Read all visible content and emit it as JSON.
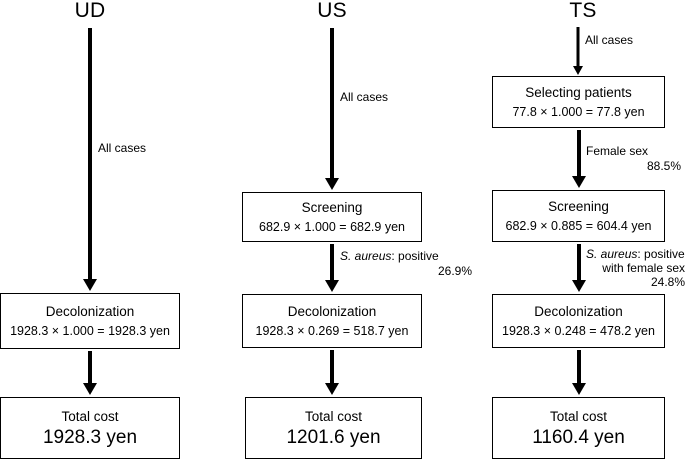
{
  "figure": {
    "type": "flowchart",
    "orientation": "top-to-bottom",
    "columns": [
      {
        "id": "UD",
        "header": "UD",
        "nodes": [
          {
            "id": "ud-decolonization",
            "title": "Decolonization",
            "calc": "1928.3 × 1.000 = 1928.3  yen"
          },
          {
            "id": "ud-total",
            "title": "Total cost",
            "value": "1928.3 yen"
          }
        ],
        "edges": [
          {
            "id": "ud-edge-all-cases",
            "label_line1": "All cases",
            "label_line2": "",
            "weight": "thick"
          },
          {
            "id": "ud-edge-to-total",
            "label_line1": "",
            "label_line2": "",
            "weight": "thick"
          }
        ]
      },
      {
        "id": "US",
        "header": "US",
        "nodes": [
          {
            "id": "us-screening",
            "title": "Screening",
            "calc": "682.9 × 1.000 = 682.9 yen"
          },
          {
            "id": "us-decolonization",
            "title": "Decolonization",
            "calc": "1928.3 × 0.269 = 518.7  yen"
          },
          {
            "id": "us-total",
            "title": "Total cost",
            "value": "1201.6 yen"
          }
        ],
        "edges": [
          {
            "id": "us-edge-all-cases",
            "label_line1": "All cases",
            "label_line2": "",
            "weight": "thick"
          },
          {
            "id": "us-edge-saureus",
            "label_italic": "S. aureus",
            "label_rest": ": positive",
            "label_line2": "26.9%",
            "weight": "thick"
          },
          {
            "id": "us-edge-to-total",
            "label_line1": "",
            "label_line2": "",
            "weight": "thick"
          }
        ]
      },
      {
        "id": "TS",
        "header": "TS",
        "nodes": [
          {
            "id": "ts-selecting",
            "title": "Selecting patients",
            "calc": "77.8 × 1.000 = 77.8 yen"
          },
          {
            "id": "ts-screening",
            "title": "Screening",
            "calc": "682.9 × 0.885 = 604.4 yen"
          },
          {
            "id": "ts-decolonization",
            "title": "Decolonization",
            "calc": "1928.3 × 0.248 = 478.2  yen"
          },
          {
            "id": "ts-total",
            "title": "Total cost",
            "value": "1160.4 yen"
          }
        ],
        "edges": [
          {
            "id": "ts-edge-all-cases",
            "label_line1": "All cases",
            "label_line2": "",
            "weight": "thin"
          },
          {
            "id": "ts-edge-female-sex",
            "label_line1": "Female sex",
            "label_line2": "88.5%",
            "weight": "thick"
          },
          {
            "id": "ts-edge-saureus",
            "label_italic": "S. aureus",
            "label_rest": ": positive",
            "label_line2": "with female sex",
            "label_line3": "24.8%",
            "weight": "thick"
          },
          {
            "id": "ts-edge-to-total",
            "label_line1": "",
            "label_line2": "",
            "weight": "thick"
          }
        ]
      }
    ]
  },
  "colors": {
    "stroke": "#000000",
    "background": "#ffffff",
    "text": "#000000"
  }
}
